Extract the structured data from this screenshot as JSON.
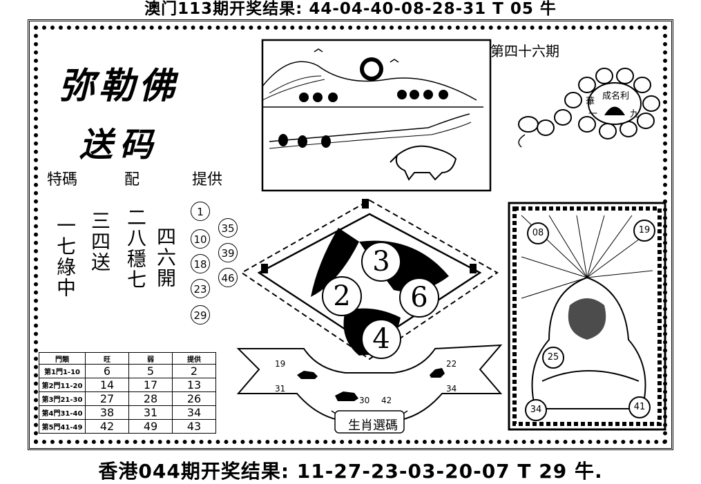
{
  "top_result": "澳门113期开奖结果: 44-04-40-08-28-31 T 05 牛",
  "bottom_result": "香港044期开奖结果: 11-27-23-03-20-07 T 29 牛.",
  "title_line1": "弥勒佛",
  "title_line2": "送码",
  "labels": {
    "tema": "特碼",
    "pei": "配",
    "tigong": "提供"
  },
  "period": "第四十六期",
  "pendant_text": [
    "成名利",
    "華",
    "一",
    "九"
  ],
  "verses": [
    {
      "text": "一七綠中"
    },
    {
      "text": "三四送"
    },
    {
      "text": "二八穩七"
    },
    {
      "text": "四六開"
    }
  ],
  "circle_numbers_col1": [
    "1",
    "10",
    "18",
    "23",
    "29"
  ],
  "circle_numbers_col2": [
    "35",
    "39",
    "46"
  ],
  "diamond_balls": [
    "3",
    "2",
    "6",
    "4"
  ],
  "zodiac_banner": {
    "left_numbers": [
      "19",
      "31"
    ],
    "center_numbers": [
      "30",
      "42"
    ],
    "right_numbers": [
      "22",
      "34"
    ],
    "caption": "生肖選碼"
  },
  "buddha_balls": [
    "08",
    "19",
    "25",
    "34",
    "41"
  ],
  "table": {
    "headers": [
      "門類",
      "旺",
      "弱",
      "提供"
    ],
    "rows": [
      {
        "label": "第1門1-10",
        "values": [
          "6",
          "5",
          "2"
        ]
      },
      {
        "label": "第2門11-20",
        "values": [
          "14",
          "17",
          "13"
        ]
      },
      {
        "label": "第3門21-30",
        "values": [
          "27",
          "28",
          "26"
        ]
      },
      {
        "label": "第4門31-40",
        "values": [
          "38",
          "31",
          "34"
        ]
      },
      {
        "label": "第5門41-49",
        "values": [
          "42",
          "49",
          "43"
        ]
      }
    ]
  }
}
